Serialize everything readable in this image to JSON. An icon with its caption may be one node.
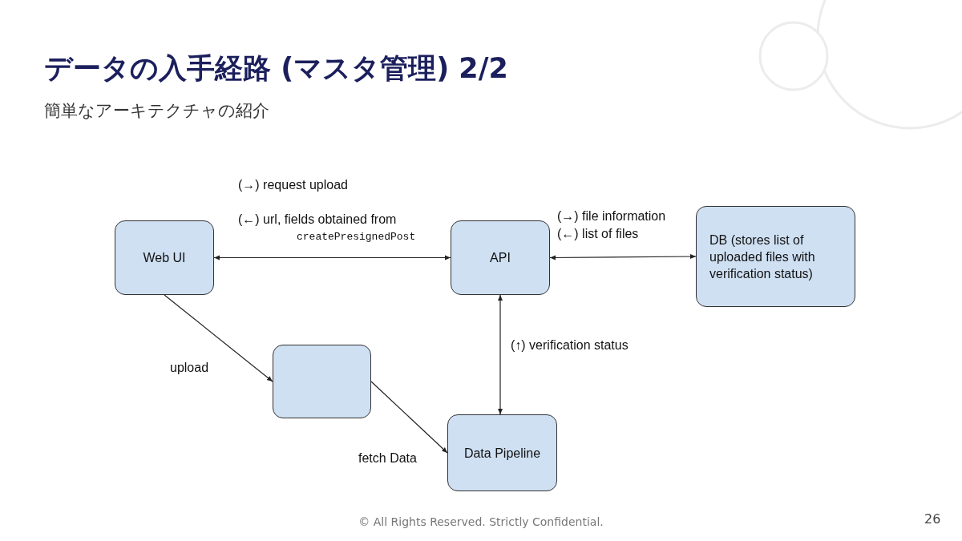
{
  "diagram": {
    "title": "データの入手経路 (マスタ管理) 2/2",
    "caption": "簡単なアーキテクチャの紹介",
    "nodes": [
      {
        "text": [
          "Web UI"
        ]
      },
      {
        "text": [
          "API"
        ]
      },
      {
        "text": [
          "DB (stores list of uploaded files with verification status)"
        ]
      },
      {
        "text": [],
        "shape": "box"
      },
      {
        "text": [
          "Data Pipeline"
        ]
      }
    ],
    "edges": [
      {
        "from": 0,
        "to": 1,
        "arrow": "both",
        "label": "(←) url, fields obtained from"
      },
      {
        "from": 1,
        "to": 2,
        "arrow": "both",
        "label": "(→) file information"
      },
      {
        "from": 0,
        "to": 3,
        "arrow": "to",
        "label": "upload"
      },
      {
        "from": 3,
        "to": 4,
        "arrow": "to",
        "label": "fetch Data"
      },
      {
        "from": 1,
        "to": 4,
        "arrow": "both",
        "label": "(↑) verification status"
      }
    ],
    "labels": [
      "(→) request upload",
      "createPresignedPost",
      "(←)  list of files",
      "© All Rights Reserved. Strictly Confidential.",
      "26"
    ]
  }
}
